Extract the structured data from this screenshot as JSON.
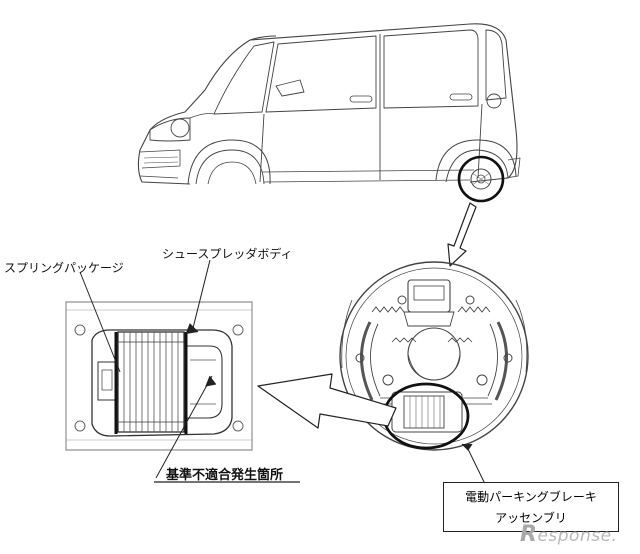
{
  "labels": {
    "spring_package": "スプリングパッケージ",
    "shoe_spreader_body": "シュースプレッダボディ",
    "defect_location": "基準不適合発生箇所",
    "assembly_line1": "電動パーキングブレーキ",
    "assembly_line2": "アッセンブリ"
  },
  "watermark": {
    "brand_initial": "R",
    "brand_rest": "esponse."
  },
  "colors": {
    "line": "#333333",
    "background": "#ffffff",
    "watermark": "#b8b8b8"
  }
}
